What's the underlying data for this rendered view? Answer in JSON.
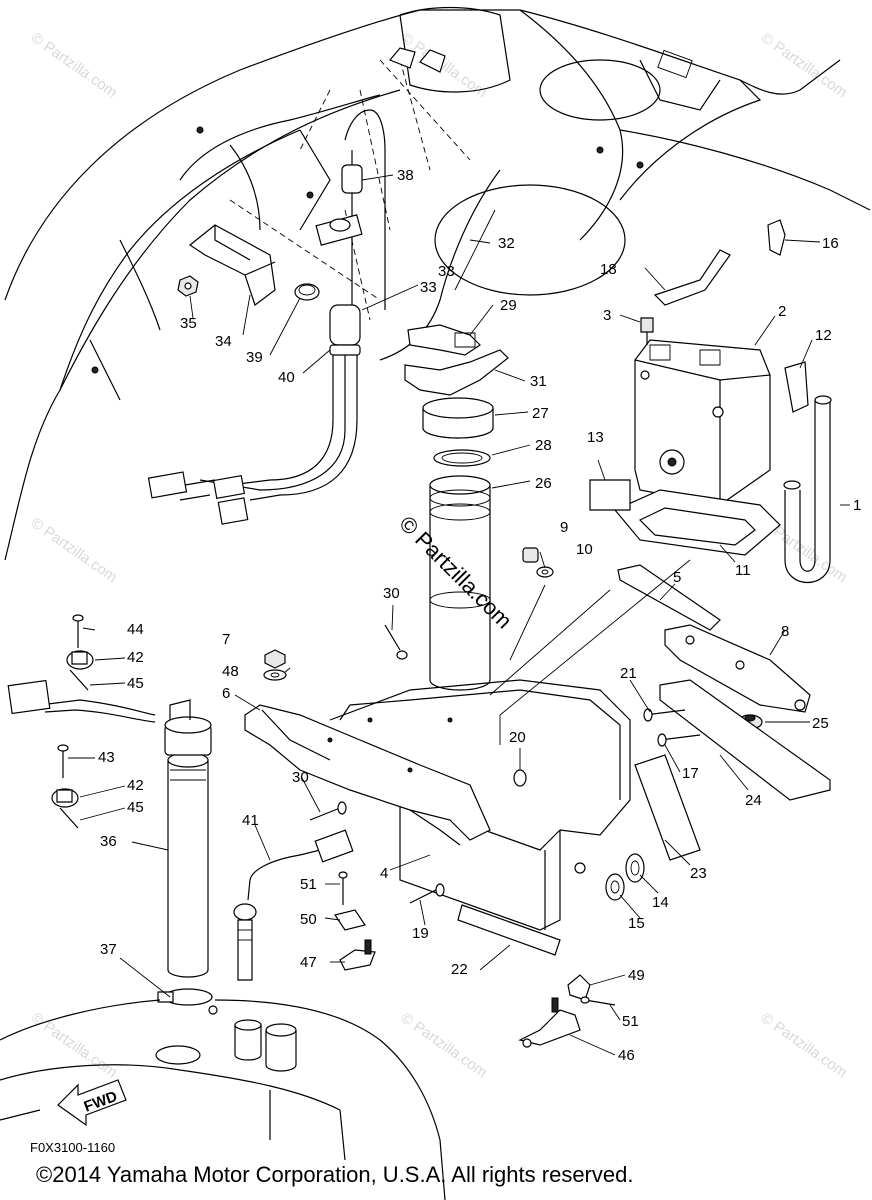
{
  "diagram": {
    "labels": [
      "1",
      "2",
      "3",
      "4",
      "5",
      "6",
      "7",
      "8",
      "9",
      "10",
      "11",
      "12",
      "13",
      "14",
      "15",
      "16",
      "17",
      "18",
      "19",
      "20",
      "21",
      "22",
      "23",
      "24",
      "25",
      "26",
      "27",
      "28",
      "29",
      "30",
      "30",
      "31",
      "32",
      "33",
      "33",
      "34",
      "35",
      "36",
      "37",
      "38",
      "39",
      "40",
      "41",
      "42",
      "42",
      "43",
      "44",
      "45",
      "45",
      "46",
      "47",
      "48",
      "49",
      "50",
      "51",
      "51"
    ],
    "fwd_arrow": "FWD",
    "drawing_code": "F0X3100-1160",
    "center_watermark": "© Partzilla.com",
    "watermark": "© Partzilla.com",
    "copyright": "©2014 Yamaha Motor Corporation, U.S.A. All rights reserved."
  }
}
